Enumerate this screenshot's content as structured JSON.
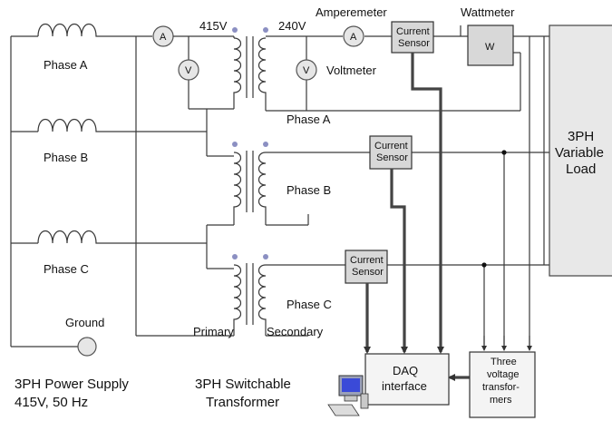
{
  "labels": {
    "phase_a": "Phase A",
    "phase_b": "Phase B",
    "phase_c": "Phase C",
    "ground": "Ground",
    "primary_voltage": "415V",
    "secondary_voltage": "240V",
    "amperemeter": "Amperemeter",
    "wattmeter": "Wattmeter",
    "voltmeter": "Voltmeter",
    "ammeter_symbol": "A",
    "voltmeter_symbol": "V",
    "wattmeter_symbol": "W",
    "current_sensor_line1": "Current",
    "current_sensor_line2": "Sensor",
    "load_line1": "3PH",
    "load_line2": "Variable",
    "load_line3": "Load",
    "primary": "Primary",
    "secondary": "Secondary",
    "supply_line1": "3PH Power Supply",
    "supply_line2": "415V, 50 Hz",
    "transformer_line1": "3PH Switchable",
    "transformer_line2": "Transformer",
    "daq_line1": "DAQ",
    "daq_line2": "interface",
    "vt_line1": "Three",
    "vt_line2": "voltage",
    "vt_line3": "transfor-",
    "vt_line4": "mers"
  }
}
